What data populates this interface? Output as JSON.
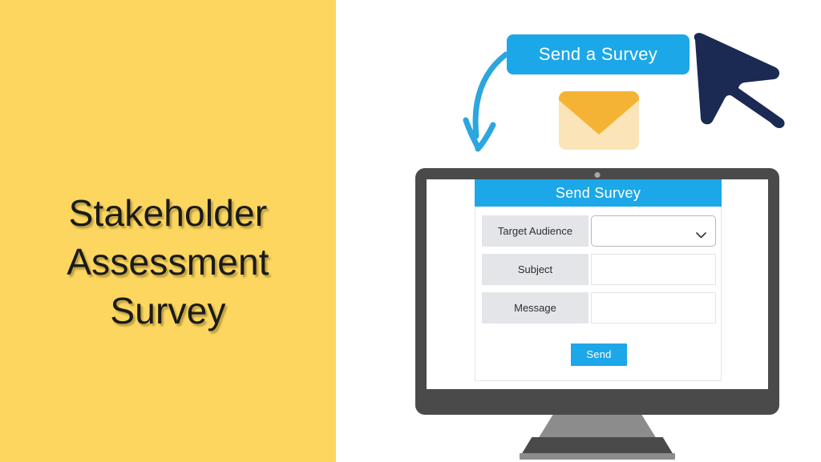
{
  "page": {
    "background_color": "#FFFFFF"
  },
  "left_panel": {
    "background_color": "#FCD65E",
    "title_lines": [
      "Stakeholder",
      "Assessment",
      "Survey"
    ],
    "title_color": "#1A1A1A"
  },
  "illustration": {
    "cta_button": {
      "label": "Send a Survey",
      "background_color": "#1CA7E8",
      "text_color": "#FFFFFF"
    },
    "cursor_icon_name": "mouse-cursor-arrow",
    "cursor_color": "#1A2A52",
    "curved_arrow_icon_name": "curved-down-arrow",
    "curved_arrow_color": "#2BA6DE",
    "envelope": {
      "icon_name": "envelope-icon",
      "body_color": "#FBE4B8",
      "flap_color": "#F5B335"
    }
  },
  "monitor": {
    "bezel_color": "#4A4A4A",
    "stand_color": "#8C8C8C",
    "webcam_icon_name": "webcam-dot",
    "screen_background": "#FFFFFF"
  },
  "form": {
    "header_title": "Send Survey",
    "header_color": "#1CA7E8",
    "label_background": "#E4E5E9",
    "rows": [
      {
        "label": "Target Audience",
        "value": "",
        "placeholder": "",
        "type": "select",
        "icon_name": "chevron-down-icon"
      },
      {
        "label": "Subject",
        "value": "",
        "placeholder": "",
        "type": "text"
      },
      {
        "label": "Message",
        "value": "",
        "placeholder": "",
        "type": "text"
      }
    ],
    "submit_label": "Send",
    "submit_color": "#1CA7E8"
  }
}
